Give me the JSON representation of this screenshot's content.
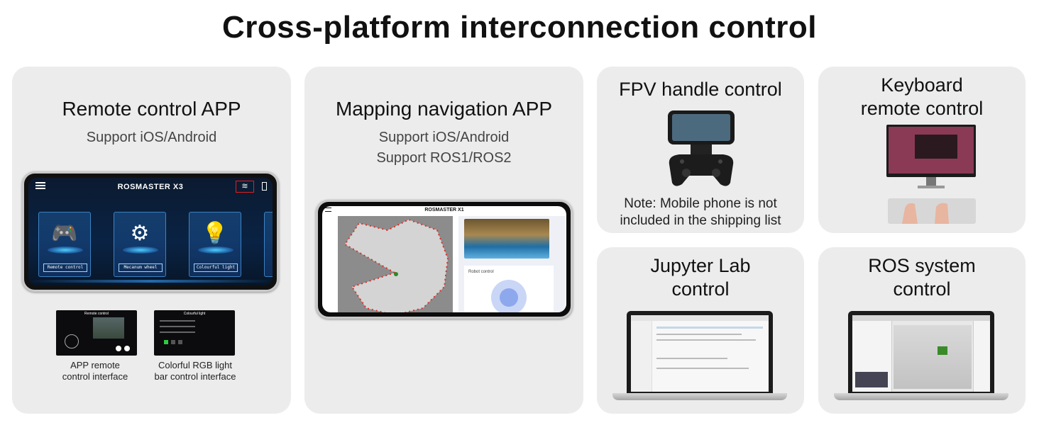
{
  "title": "Cross-platform interconnection control",
  "remote": {
    "title": "Remote control APP",
    "subtitle": "Support iOS/Android",
    "app_title": "ROSMASTER X3",
    "tiles": [
      "Remote control",
      "Mecanum wheel",
      "Colourful light"
    ],
    "thumb1_title": "Remote control",
    "thumb2_title": "Colourful light",
    "caption1": [
      "APP remote",
      "control interface"
    ],
    "caption2": [
      "Colorful RGB light",
      "bar control interface"
    ]
  },
  "mapping": {
    "title": "Mapping navigation APP",
    "subtitle1": "Support iOS/Android",
    "subtitle2": "Support ROS1/ROS2",
    "app_title": "ROSMASTER X1",
    "robot_control": "Robot control"
  },
  "fpv": {
    "title": "FPV handle control",
    "note1": "Note: Mobile phone is not",
    "note2": "included in the shipping list"
  },
  "keyboard": {
    "title1": "Keyboard",
    "title2": "remote control"
  },
  "jupyter": {
    "title1": "Jupyter Lab",
    "title2": "control"
  },
  "ros": {
    "title1": "ROS system",
    "title2": "control"
  },
  "icons": {
    "tile1": "gamepad-icon",
    "tile2": "mecanum-wheel-icon",
    "tile3": "light-bulb-icon"
  }
}
